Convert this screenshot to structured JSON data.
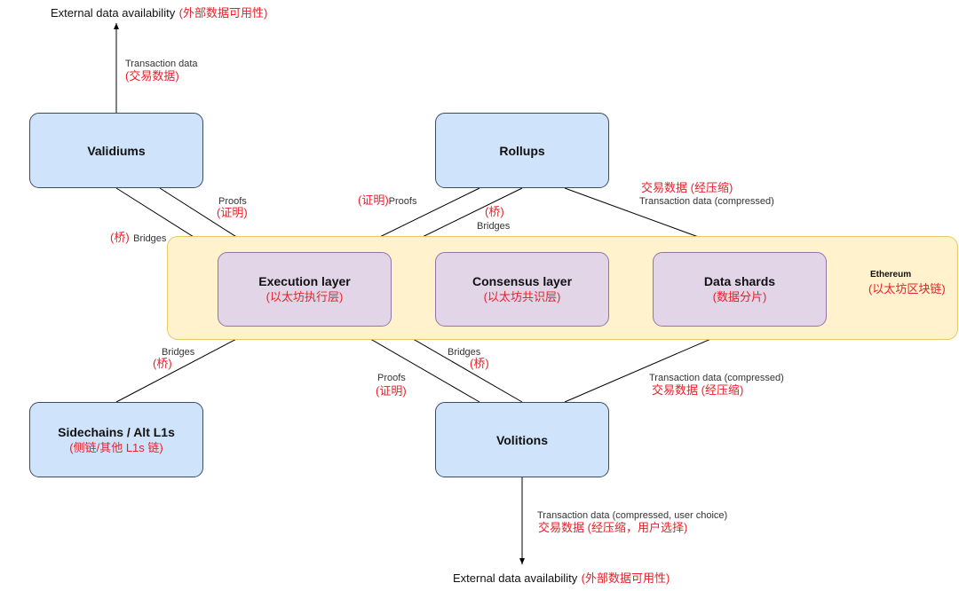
{
  "colors": {
    "blue_box": "#cfe3fb",
    "purple_box": "#e1d5e7",
    "ethereum_zone": "#fff2cc",
    "chinese_text": "#e8202a"
  },
  "ethereum": {
    "label": "Ethereum",
    "label_zh": "(以太坊区块链)"
  },
  "nodes": {
    "validiums": {
      "title": "Validiums"
    },
    "rollups": {
      "title": "Rollups"
    },
    "execution": {
      "title": "Execution layer",
      "subtitle": "(以太坊执行层)"
    },
    "consensus": {
      "title": "Consensus layer",
      "subtitle": "(以太坊共识层)"
    },
    "datashards": {
      "title": "Data shards",
      "subtitle": "(数据分片)"
    },
    "sidechains": {
      "title": "Sidechains / Alt L1s",
      "subtitle": "(侧链/其他 L1s 链)"
    },
    "volitions": {
      "title": "Volitions"
    }
  },
  "labels": {
    "ext_top_en": "External data availability",
    "ext_top_zh": "(外部数据可用性)",
    "ext_bottom_en": "External data availability",
    "ext_bottom_zh": "(外部数据可用性)",
    "val_txdata_en": "Transaction data",
    "val_txdata_zh": "(交易数据)",
    "val_proofs_en": "Proofs",
    "val_proofs_zh": "(证明)",
    "val_bridges_zh": "(桥)",
    "val_bridges_en": "Bridges",
    "roll_proofs_zh": "(证明)",
    "roll_proofs_en": "Proofs",
    "roll_bridges_zh": "(桥)",
    "roll_bridges_en": "Bridges",
    "roll_txdata_zh": "交易数据 (经压缩)",
    "roll_txdata_en": "Transaction data (compressed)",
    "side_bridges_en": "Bridges",
    "side_bridges_zh": "(桥)",
    "vol_proofs_en": "Proofs",
    "vol_proofs_zh": "(证明)",
    "vol_bridges_en": "Bridges",
    "vol_bridges_zh": "(桥)",
    "vol_txdata_en": "Transaction data (compressed)",
    "vol_txdata_zh": "交易数据 (经压缩)",
    "vol_ext_en": "Transaction data (compressed, user choice)",
    "vol_ext_zh": "交易数据 (经压缩，用户选择)"
  }
}
